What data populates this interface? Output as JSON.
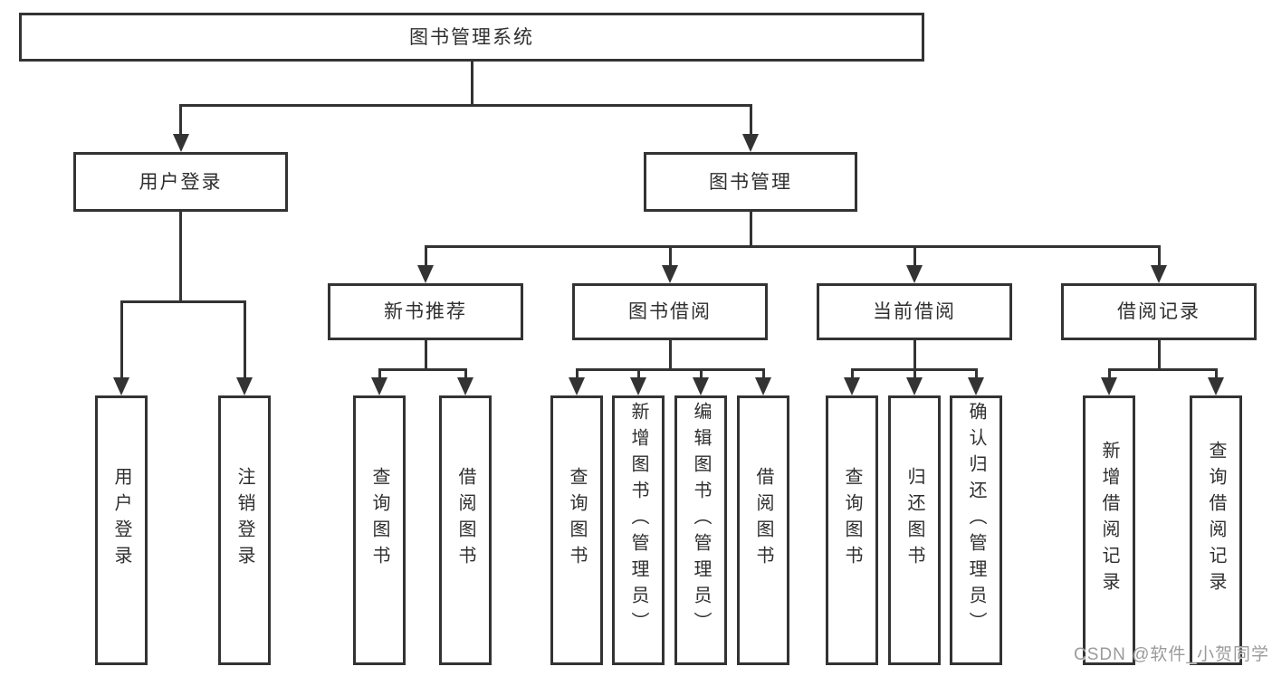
{
  "tree": {
    "label": "图书管理系统",
    "children": [
      {
        "label": "用户登录",
        "children": [
          {
            "label": "用户登录"
          },
          {
            "label": "注销登录"
          }
        ]
      },
      {
        "label": "图书管理",
        "children": [
          {
            "label": "新书推荐",
            "children": [
              {
                "label": "查询图书"
              },
              {
                "label": "借阅图书"
              }
            ]
          },
          {
            "label": "图书借阅",
            "children": [
              {
                "label": "查询图书"
              },
              {
                "label": "新增图书（管理员）"
              },
              {
                "label": "编辑图书（管理员）"
              },
              {
                "label": "借阅图书"
              }
            ]
          },
          {
            "label": "当前借阅",
            "children": [
              {
                "label": "查询图书"
              },
              {
                "label": "归还图书"
              },
              {
                "label": "确认归还（管理员）"
              }
            ]
          },
          {
            "label": "借阅记录",
            "children": [
              {
                "label": "新增借阅记录"
              },
              {
                "label": "查询借阅记录"
              }
            ]
          }
        ]
      }
    ]
  },
  "watermark": "CSDN @软件_小贺同学",
  "colors": {
    "line": "#333333",
    "text": "#2f2f2f",
    "box_background": "#ffffff",
    "page_background": "#ffffff",
    "watermark": "#9b9b9b"
  }
}
